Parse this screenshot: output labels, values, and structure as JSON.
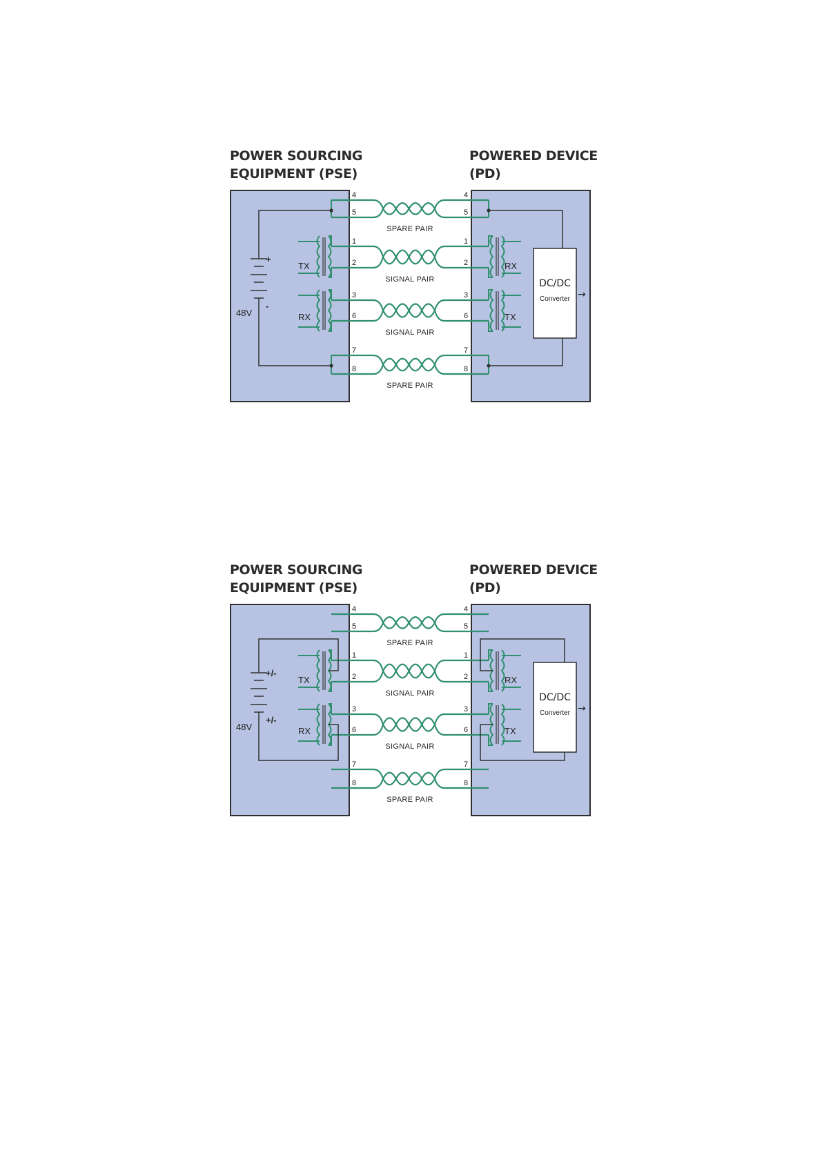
{
  "diagrams": [
    {
      "pse_title_1": "POWER SOURCING",
      "pse_title_2": "EQUIPMENT (PSE)",
      "pd_title_1": "POWERED DEVICE",
      "pd_title_2": "(PD)",
      "battery_top_sign": "+",
      "battery_bottom_sign": "-",
      "voltage": "48V",
      "pse_tx": "TX",
      "pse_rx": "RX",
      "pd_rx": "RX",
      "pd_tx": "TX",
      "dcdc": "DC/DC",
      "converter": "Converter",
      "output_arrow": "→",
      "pins": [
        "4",
        "5",
        "1",
        "2",
        "3",
        "6",
        "7",
        "8"
      ],
      "pairs": [
        "SPARE PAIR",
        "SIGNAL PAIR",
        "SIGNAL PAIR",
        "SPARE PAIR"
      ]
    },
    {
      "pse_title_1": "POWER SOURCING",
      "pse_title_2": "EQUIPMENT (PSE)",
      "pd_title_1": "POWERED DEVICE",
      "pd_title_2": "(PD)",
      "battery_top_sign": "+/-",
      "battery_bottom_sign": "+/-",
      "voltage": "48V",
      "pse_tx": "TX",
      "pse_rx": "RX",
      "pd_rx": "RX",
      "pd_tx": "TX",
      "dcdc": "DC/DC",
      "converter": "Converter",
      "output_arrow": "→",
      "pins": [
        "4",
        "5",
        "1",
        "2",
        "3",
        "6",
        "7",
        "8"
      ],
      "pairs": [
        "SPARE PAIR",
        "SIGNAL PAIR",
        "SIGNAL PAIR",
        "SPARE PAIR"
      ]
    }
  ],
  "colors": {
    "box_fill": "#b8c3e3",
    "box_stroke": "#2f2f2f",
    "wire_green": "#2f8f6e",
    "wire_dark": "#333333"
  }
}
